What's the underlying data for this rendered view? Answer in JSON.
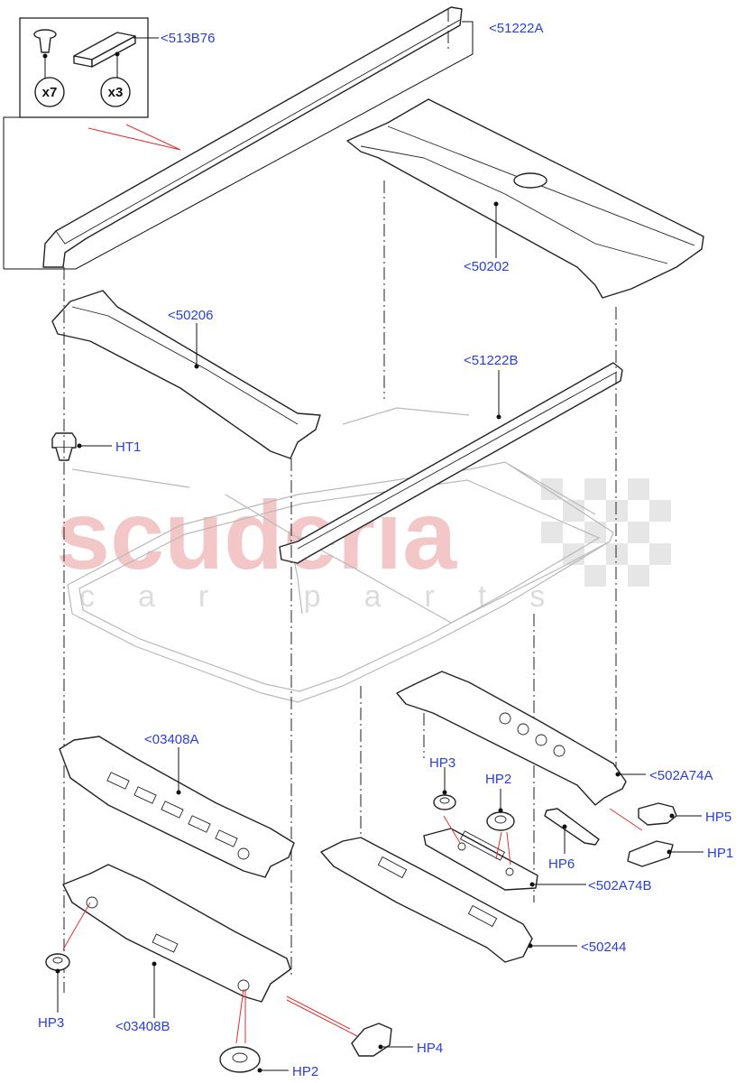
{
  "watermark": {
    "brand": "scuderia",
    "tagline": "car parts"
  },
  "kit_box": {
    "qty_clip": "x7",
    "qty_block": "x3"
  },
  "labels": {
    "p513B76": "<513B76",
    "p51222A": "<51222A",
    "p50202": "<50202",
    "p50206": "<50206",
    "p51222B": "<51222B",
    "pHT1": "HT1",
    "p03408A": "<03408A",
    "p502A74A": "<502A74A",
    "pHP3a": "HP3",
    "pHP2a": "HP2",
    "pHP5": "HP5",
    "pHP6": "HP6",
    "pHP1": "HP1",
    "p502A74B": "<502A74B",
    "p50244": "<50244",
    "pHP3b": "HP3",
    "p03408B": "<03408B",
    "pHP4": "HP4",
    "pHP2b": "HP2"
  },
  "colors": {
    "label": "#2a3fd6",
    "callout_red": "#e03030",
    "watermark_red": "#f3c7c7",
    "watermark_grey": "#dcdcdc"
  }
}
